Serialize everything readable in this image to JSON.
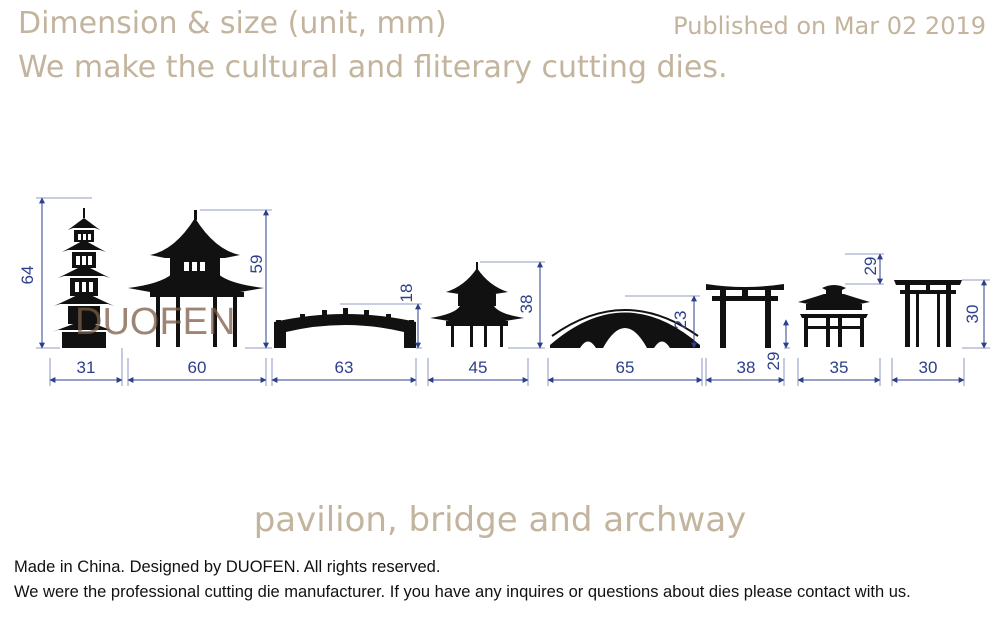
{
  "header": {
    "title": "Dimension & size (unit, mm)",
    "published": "Published on Mar 02 2019",
    "subtitle": "We make the cultural and fliterary cutting dies."
  },
  "watermark": "DUOFEN",
  "caption": "pavilion, bridge and archway",
  "footer": {
    "line1": "Made in China. Designed by DUOFEN. All rights reserved.",
    "line2": "We were the professional cutting die manufacturer. If you have any inquires or questions about dies please contact with us."
  },
  "dies": [
    {
      "name": "pagoda",
      "width": "31",
      "height": "64"
    },
    {
      "name": "pavilion",
      "width": "60",
      "height": "59"
    },
    {
      "name": "railing-bridge",
      "width": "63",
      "height": "18"
    },
    {
      "name": "small-pavilion",
      "width": "45",
      "height": "38"
    },
    {
      "name": "arch-bridge",
      "width": "65",
      "height": "23"
    },
    {
      "name": "torii",
      "width": "38",
      "height": "29"
    },
    {
      "name": "archway-gate",
      "width": "35",
      "height": "29"
    },
    {
      "name": "small-archway",
      "width": "30",
      "height": "30"
    }
  ],
  "colors": {
    "header_text": "#c3b49d",
    "dimension_lines": "#2d3f8a",
    "silhouette": "#111111",
    "watermark": "#7b5d46"
  }
}
